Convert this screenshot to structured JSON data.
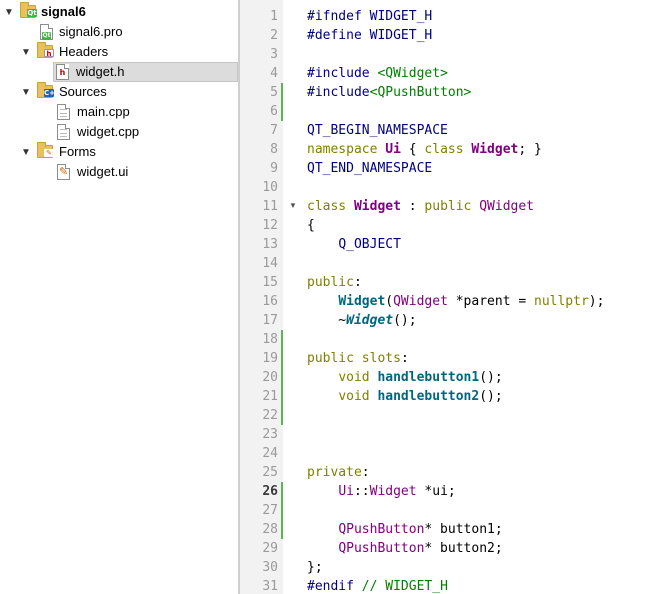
{
  "project_tree": {
    "project": {
      "label": "signal6",
      "icon": "qt-project-icon",
      "expanded": true
    },
    "items": [
      {
        "label": "signal6.pro",
        "icon": "pro-file-icon"
      },
      {
        "label": "Headers",
        "icon": "headers-folder-icon",
        "expanded": true,
        "children": [
          {
            "label": "widget.h",
            "icon": "header-file-icon",
            "selected": true
          }
        ]
      },
      {
        "label": "Sources",
        "icon": "sources-folder-icon",
        "expanded": true,
        "children": [
          {
            "label": "main.cpp",
            "icon": "cpp-file-icon"
          },
          {
            "label": "widget.cpp",
            "icon": "cpp-file-icon"
          }
        ]
      },
      {
        "label": "Forms",
        "icon": "forms-folder-icon",
        "expanded": true,
        "children": [
          {
            "label": "widget.ui",
            "icon": "ui-file-icon"
          }
        ]
      }
    ]
  },
  "editor": {
    "current_line": 26,
    "fold_marker_line": 11,
    "changed_lines": [
      5,
      6,
      18,
      19,
      20,
      21,
      22,
      26,
      27,
      28
    ],
    "lines": [
      [
        [
          "pp",
          "#ifndef"
        ],
        [
          "pl",
          " "
        ],
        [
          "mac",
          "WIDGET_H"
        ]
      ],
      [
        [
          "pp",
          "#define"
        ],
        [
          "pl",
          " "
        ],
        [
          "mac",
          "WIDGET_H"
        ]
      ],
      [],
      [
        [
          "pp",
          "#include"
        ],
        [
          "pl",
          " "
        ],
        [
          "inc",
          "<QWidget>"
        ]
      ],
      [
        [
          "pp",
          "#include"
        ],
        [
          "inc",
          "<QPushButton>"
        ]
      ],
      [],
      [
        [
          "mac",
          "QT_BEGIN_NAMESPACE"
        ]
      ],
      [
        [
          "kw",
          "namespace"
        ],
        [
          "pl",
          " "
        ],
        [
          "type",
          "Ui"
        ],
        [
          "pl",
          " { "
        ],
        [
          "kw",
          "class"
        ],
        [
          "pl",
          " "
        ],
        [
          "type",
          "Widget"
        ],
        [
          "pl",
          "; }"
        ]
      ],
      [
        [
          "mac",
          "QT_END_NAMESPACE"
        ]
      ],
      [],
      [
        [
          "kw",
          "class"
        ],
        [
          "pl",
          " "
        ],
        [
          "type",
          "Widget"
        ],
        [
          "pl",
          " : "
        ],
        [
          "kw",
          "public"
        ],
        [
          "pl",
          " "
        ],
        [
          "cls",
          "QWidget"
        ]
      ],
      [
        [
          "pl",
          "{"
        ]
      ],
      [
        [
          "pl",
          "    "
        ],
        [
          "mac",
          "Q_OBJECT"
        ]
      ],
      [],
      [
        [
          "kw",
          "public"
        ],
        [
          "pl",
          ":"
        ]
      ],
      [
        [
          "pl",
          "    "
        ],
        [
          "fn",
          "Widget"
        ],
        [
          "pl",
          "("
        ],
        [
          "cls",
          "QWidget"
        ],
        [
          "pl",
          " *parent = "
        ],
        [
          "kw",
          "nullptr"
        ],
        [
          "pl",
          ");"
        ]
      ],
      [
        [
          "pl",
          "    ~"
        ],
        [
          "fni",
          "Widget"
        ],
        [
          "pl",
          "();"
        ]
      ],
      [],
      [
        [
          "kw",
          "public"
        ],
        [
          "pl",
          " "
        ],
        [
          "kw",
          "slots"
        ],
        [
          "pl",
          ":"
        ]
      ],
      [
        [
          "pl",
          "    "
        ],
        [
          "kw",
          "void"
        ],
        [
          "pl",
          " "
        ],
        [
          "fn",
          "handlebutton1"
        ],
        [
          "pl",
          "();"
        ]
      ],
      [
        [
          "pl",
          "    "
        ],
        [
          "kw",
          "void"
        ],
        [
          "pl",
          " "
        ],
        [
          "fn",
          "handlebutton2"
        ],
        [
          "pl",
          "();"
        ]
      ],
      [],
      [],
      [],
      [
        [
          "kw",
          "private"
        ],
        [
          "pl",
          ":"
        ]
      ],
      [
        [
          "pl",
          "    "
        ],
        [
          "cls",
          "Ui"
        ],
        [
          "pl",
          "::"
        ],
        [
          "cls",
          "Widget"
        ],
        [
          "pl",
          " *ui;"
        ]
      ],
      [],
      [
        [
          "pl",
          "    "
        ],
        [
          "cls",
          "QPushButton"
        ],
        [
          "pl",
          "* button1;"
        ]
      ],
      [
        [
          "pl",
          "    "
        ],
        [
          "cls",
          "QPushButton"
        ],
        [
          "pl",
          "* button2;"
        ]
      ],
      [
        [
          "pl",
          "};"
        ]
      ],
      [
        [
          "pp",
          "#endif"
        ],
        [
          "pl",
          " "
        ],
        [
          "cm",
          "// WIDGET_H"
        ]
      ],
      []
    ]
  }
}
